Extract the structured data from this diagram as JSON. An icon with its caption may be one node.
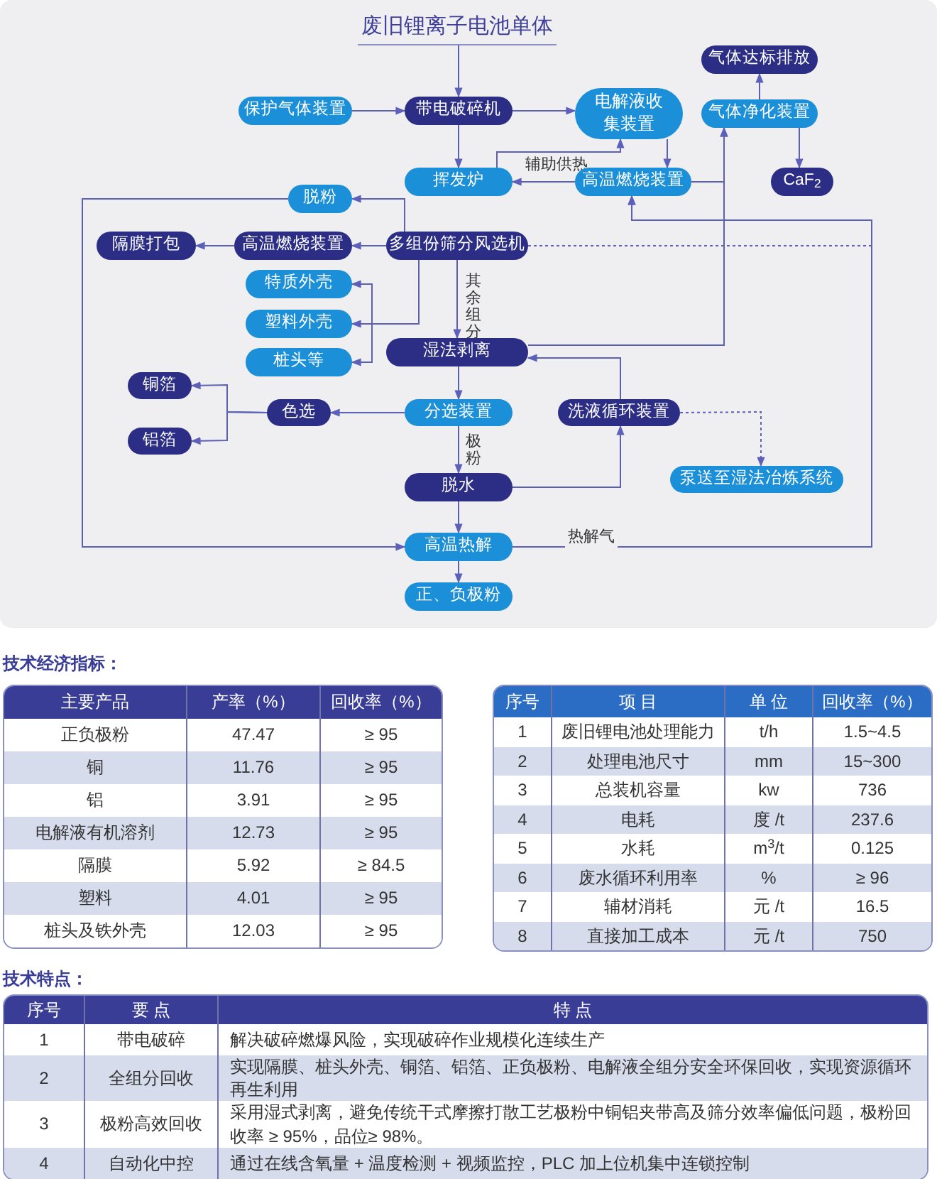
{
  "diagram": {
    "nodes": [
      {
        "text": [
          "废旧锂离子电池单体"
        ]
      },
      {
        "text": [
          "保护气体装置"
        ]
      },
      {
        "text": [
          "带电破碎机"
        ]
      },
      {
        "text": [
          "电解液收集装置"
        ]
      },
      {
        "text": [
          "气体达标排放"
        ]
      },
      {
        "text": [
          "气体净化装置"
        ]
      },
      {
        "text": [
          "挥发炉"
        ]
      },
      {
        "text": [
          "高温燃烧装置"
        ]
      },
      {
        "text": [
          "CaF$_{2}$"
        ]
      },
      {
        "text": [
          "脱粉"
        ]
      },
      {
        "text": [
          "隔膜打包"
        ]
      },
      {
        "text": [
          "高温燃烧装置"
        ]
      },
      {
        "text": [
          "多组份筛分风选机"
        ]
      },
      {
        "text": [
          "特质外壳"
        ]
      },
      {
        "text": [
          "塑料外壳"
        ]
      },
      {
        "text": [
          "桩头等"
        ]
      },
      {
        "text": [
          "湿法剥离"
        ]
      },
      {
        "text": [
          "铜箔"
        ]
      },
      {
        "text": [
          "铝箔"
        ]
      },
      {
        "text": [
          "色选"
        ]
      },
      {
        "text": [
          "分选装置"
        ]
      },
      {
        "text": [
          "洗液循环装置"
        ]
      },
      {
        "text": [
          "泵送至湿法冶炼系统"
        ]
      },
      {
        "text": [
          "脱水"
        ]
      },
      {
        "text": [
          "高温热解"
        ]
      },
      {
        "text": [
          "正、负极粉"
        ]
      }
    ],
    "edges": [
      {
        "from": 0,
        "to": 2,
        "arrow": "to"
      },
      {
        "from": 1,
        "to": 2,
        "arrow": "to"
      },
      {
        "from": 2,
        "to": 3,
        "arrow": "to"
      },
      {
        "from": 2,
        "to": 6,
        "arrow": "to"
      },
      {
        "from": 3,
        "to": 7,
        "arrow": "to"
      },
      {
        "from": 6,
        "to": 3,
        "arrow": "to"
      },
      {
        "from": 7,
        "to": 6,
        "arrow": "to",
        "label": "辅助供热"
      },
      {
        "from": 7,
        "to": 5,
        "arrow": "to"
      },
      {
        "from": 16,
        "to": 5,
        "arrow": "to"
      },
      {
        "from": 5,
        "to": 4,
        "arrow": "to"
      },
      {
        "from": 5,
        "to": 8,
        "arrow": "to"
      },
      {
        "from": 12,
        "to": 9,
        "arrow": "to"
      },
      {
        "from": 9,
        "to": 24,
        "arrow": "to"
      },
      {
        "from": 12,
        "to": 11,
        "arrow": "to"
      },
      {
        "from": 11,
        "to": 10,
        "arrow": "to"
      },
      {
        "from": 12,
        "to": 13,
        "arrow": "to"
      },
      {
        "from": 12,
        "to": 14,
        "arrow": "to"
      },
      {
        "from": 12,
        "to": 15,
        "arrow": "to"
      },
      {
        "from": 12,
        "to": 16,
        "arrow": "to",
        "label": "其余组分"
      },
      {
        "from": 12,
        "to": 7,
        "arrow": "to",
        "style": "dashed"
      },
      {
        "from": 24,
        "to": 7,
        "arrow": "to",
        "label": "热解气"
      },
      {
        "from": 16,
        "to": 20,
        "arrow": "to"
      },
      {
        "from": 20,
        "to": 19,
        "arrow": "to"
      },
      {
        "from": 19,
        "to": 17,
        "arrow": "to"
      },
      {
        "from": 19,
        "to": 18,
        "arrow": "to"
      },
      {
        "from": 20,
        "to": 23,
        "arrow": "to",
        "label": "极粉"
      },
      {
        "from": 23,
        "to": 21,
        "arrow": "to"
      },
      {
        "from": 21,
        "to": 16,
        "arrow": "to"
      },
      {
        "from": 21,
        "to": 22,
        "arrow": "to",
        "style": "dashed"
      },
      {
        "from": 23,
        "to": 24,
        "arrow": "to"
      },
      {
        "from": 24,
        "to": 25,
        "arrow": "to"
      }
    ],
    "labels": [
      "技术经济指标：",
      "主要产品",
      "产率（%）",
      "回收率（%）",
      "正负极粉",
      "47.47",
      "≥ 95",
      "铜",
      "11.76",
      "≥ 95",
      "铝",
      "3.91",
      "≥ 95",
      "电解液有机溶剂",
      "12.73",
      "≥ 95",
      "隔膜",
      "5.92",
      "≥ 84.5",
      "塑料",
      "4.01",
      "≥ 95",
      "桩头及铁外壳",
      "12.03",
      "≥ 95",
      "序号",
      "项 目",
      "单 位",
      "回收率（%）",
      "1",
      "废旧锂电池处理能力",
      "t/h",
      "1.5~4.5",
      "2",
      "处理电池尺寸",
      "mm",
      "15~300",
      "3",
      "总装机容量",
      "kw",
      "736",
      "4",
      "电耗",
      "度 /t",
      "237.6",
      "5",
      "水耗",
      "m$^{3}$/t",
      "0.125",
      "6",
      "废水循环利用率",
      "%",
      "≥ 96",
      "7",
      "辅材消耗",
      "元 /t",
      "16.5",
      "8",
      "直接加工成本",
      "元 /t",
      "750",
      "技术特点：",
      "序号",
      "要 点",
      "特 点",
      "1",
      "带电破碎",
      "解决破碎燃爆风险，实现破碎作业规模化连续生产",
      "2",
      "全组分回收",
      "实现隔膜、桩头外壳、铜箔、铝箔、正负极粉、电解液全组分安全环保回收，实现资源循环再生利用",
      "3",
      "极粉高效回收",
      "采用湿式剥离，避免传统干式摩擦打散工艺极粉中铜铝夹带高及筛分效率偏低问题，极粉回收率 ≥ 95%，品位≥ 98%。",
      "4",
      "自动化中控",
      "通过在线含氧量 + 温度检测 + 视频监控，PLC 加上位机集中连锁控制"
    ]
  }
}
